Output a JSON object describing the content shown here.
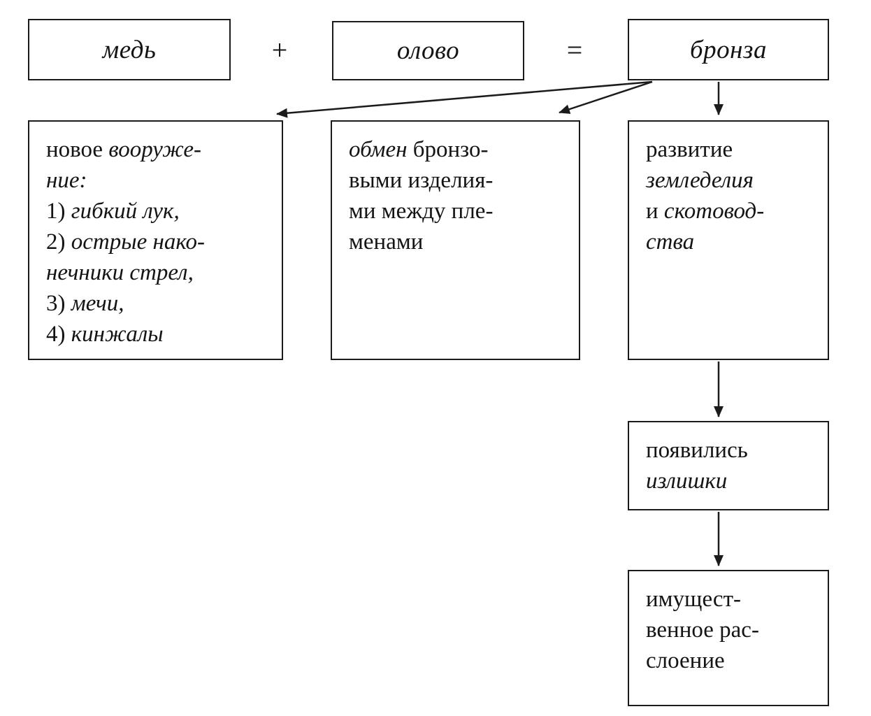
{
  "formula": {
    "copper": "медь",
    "plus": "+",
    "tin": "олово",
    "equals": "=",
    "bronze": "бронза"
  },
  "boxes": {
    "weapons": {
      "lines": [
        [
          {
            "t": "новое ",
            "i": false
          },
          {
            "t": "вооруже-",
            "i": true
          }
        ],
        [
          {
            "t": "ние:",
            "i": true
          }
        ],
        [
          {
            "t": "1) ",
            "i": false
          },
          {
            "t": "гибкий лук,",
            "i": true
          }
        ],
        [
          {
            "t": "2) ",
            "i": false
          },
          {
            "t": "острые нако-",
            "i": true
          }
        ],
        [
          {
            "t": "нечники стрел,",
            "i": true
          }
        ],
        [
          {
            "t": "3) ",
            "i": false
          },
          {
            "t": "мечи,",
            "i": true
          }
        ],
        [
          {
            "t": "4) ",
            "i": false
          },
          {
            "t": "кинжалы",
            "i": true
          }
        ]
      ]
    },
    "trade": {
      "lines": [
        [
          {
            "t": "обмен",
            "i": true
          },
          {
            "t": " бронзо-",
            "i": false
          }
        ],
        [
          {
            "t": "выми изделия-",
            "i": false
          }
        ],
        [
          {
            "t": "ми между пле-",
            "i": false
          }
        ],
        [
          {
            "t": "менами",
            "i": false
          }
        ]
      ]
    },
    "farming": {
      "lines": [
        [
          {
            "t": "развитие",
            "i": false
          }
        ],
        [
          {
            "t": "земледелия",
            "i": true
          }
        ],
        [
          {
            "t": "и ",
            "i": false
          },
          {
            "t": "скотовод-",
            "i": true
          }
        ],
        [
          {
            "t": "ства",
            "i": true
          }
        ]
      ]
    },
    "surplus": {
      "lines": [
        [
          {
            "t": "появились",
            "i": false
          }
        ],
        [
          {
            "t": "излишки",
            "i": true
          }
        ]
      ]
    },
    "stratification": {
      "lines": [
        [
          {
            "t": "имущест-",
            "i": false
          }
        ],
        [
          {
            "t": "венное рас-",
            "i": false
          }
        ],
        [
          {
            "t": "слоение",
            "i": false
          }
        ]
      ]
    }
  },
  "colors": {
    "ink": "#1b1b1b",
    "background": "#ffffff"
  }
}
